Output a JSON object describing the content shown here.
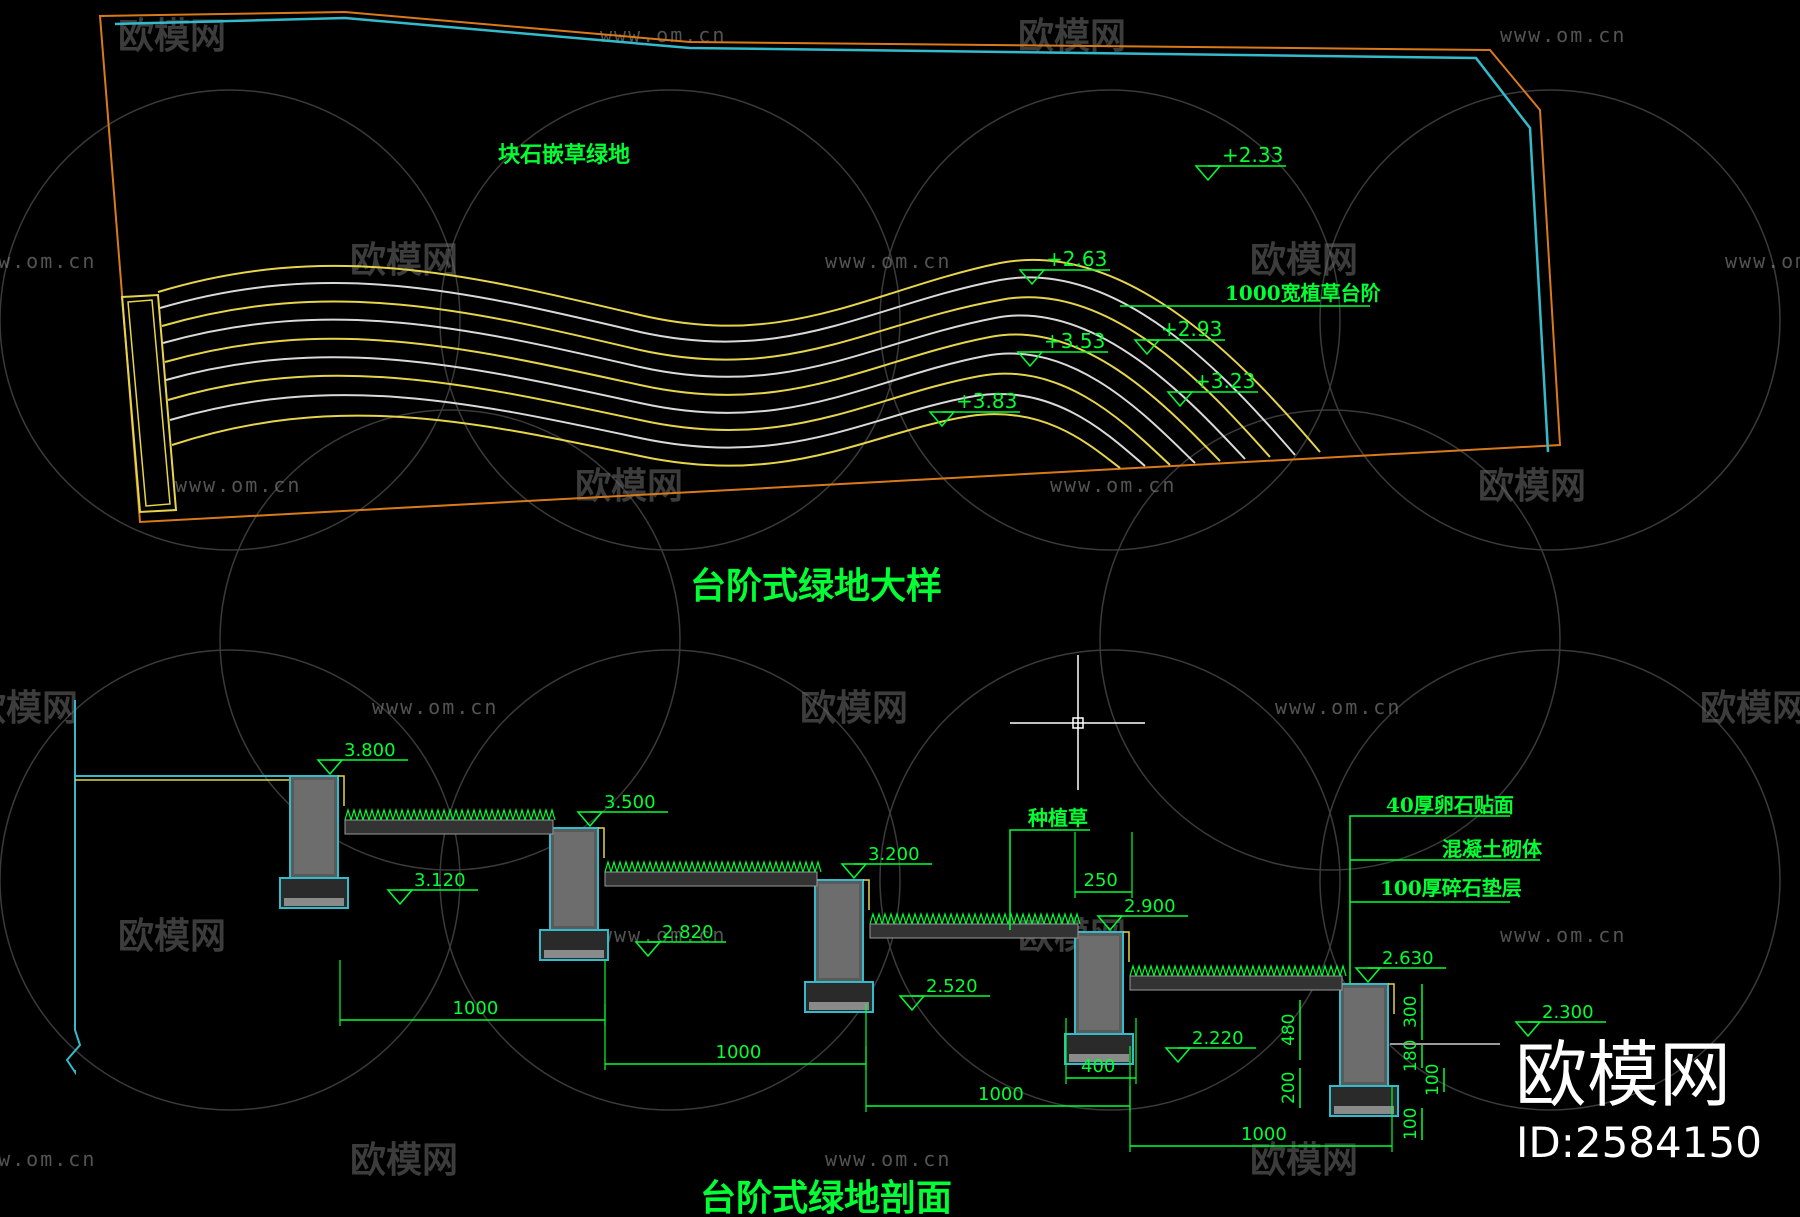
{
  "colors": {
    "background": "#000000",
    "label_green": "#00ff33",
    "contour_yellow": "#e6d44a",
    "contour_white": "#d9d9d9",
    "boundary_orange": "#d97a1a",
    "boundary_cyan": "#33bbcc",
    "hatch_gray": "#9a9a9a"
  },
  "watermark": {
    "logo_text": "欧模网",
    "url_text": "www.om.cn",
    "icon": "sofa-icon"
  },
  "brand": {
    "name": "欧模网",
    "id_text": "ID:2584150"
  },
  "plan": {
    "title": "台阶式绿地大样",
    "area_label": "块石嵌草绿地",
    "step_label": "1000宽植草台阶",
    "elevations": [
      "+2.33",
      "+2.63",
      "+2.93",
      "+3.53",
      "+3.23",
      "+3.83"
    ]
  },
  "section": {
    "title": "台阶式绿地剖面",
    "labels": {
      "grass": "种植草",
      "layer1": "40厚卵石贴面",
      "layer2": "混凝土砌体",
      "layer3": "100厚碎石垫层"
    },
    "elevations": [
      "3.800",
      "3.500",
      "3.120",
      "3.200",
      "2.820",
      "2.900",
      "2.520",
      "2.630",
      "2.220",
      "2.300"
    ],
    "dims_horizontal": [
      "1000",
      "1000",
      "1000",
      "1000",
      "250",
      "400",
      "1000"
    ],
    "dims_vertical": [
      "300",
      "480",
      "200",
      "180",
      "100",
      "100"
    ]
  }
}
